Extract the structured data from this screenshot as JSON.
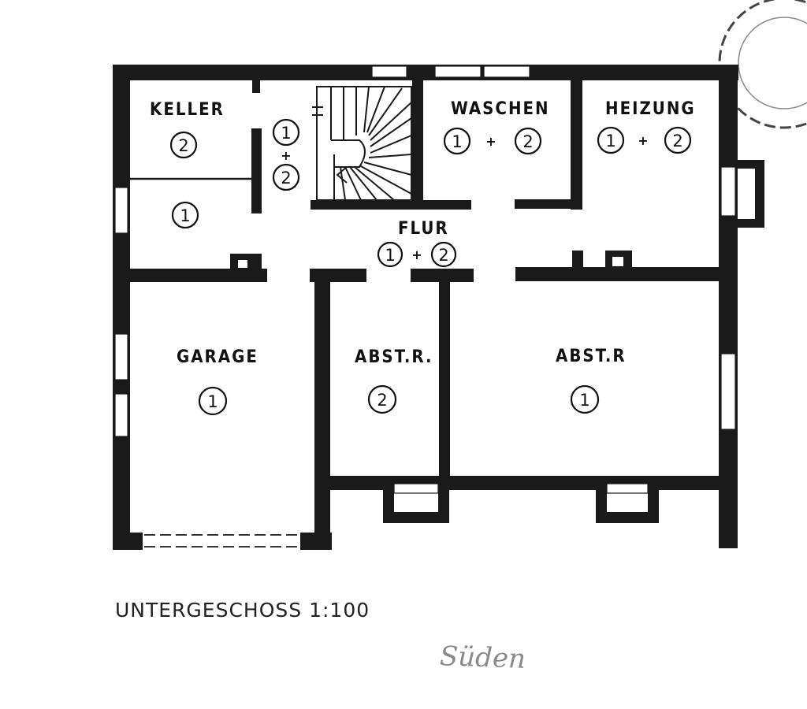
{
  "plan": {
    "rooms": [
      {
        "id": "keller",
        "label": "KELLER",
        "marks": [
          "2"
        ]
      },
      {
        "id": "keller-lower",
        "label": "",
        "marks": [
          "1"
        ]
      },
      {
        "id": "stair",
        "label": "",
        "marks": [
          "1",
          "2"
        ]
      },
      {
        "id": "waschen",
        "label": "WASCHEN",
        "marks": [
          "1",
          "2"
        ]
      },
      {
        "id": "heizung",
        "label": "HEIZUNG",
        "marks": [
          "1",
          "2"
        ]
      },
      {
        "id": "flur",
        "label": "FLUR",
        "marks": [
          "1",
          "2"
        ]
      },
      {
        "id": "garage",
        "label": "GARAGE",
        "marks": [
          "1"
        ]
      },
      {
        "id": "abstr-small",
        "label": "ABST.R.",
        "marks": [
          "2"
        ]
      },
      {
        "id": "abstr-large",
        "label": "ABST.R",
        "marks": [
          "1"
        ]
      }
    ],
    "plus_sign": "+",
    "caption": "UNTERGESCHOSS 1:100",
    "handwritten_note": "Süden"
  },
  "colors": {
    "ink": "#1a1a1a",
    "paper": "#ffffff",
    "pencil": "#8a8a8a"
  }
}
